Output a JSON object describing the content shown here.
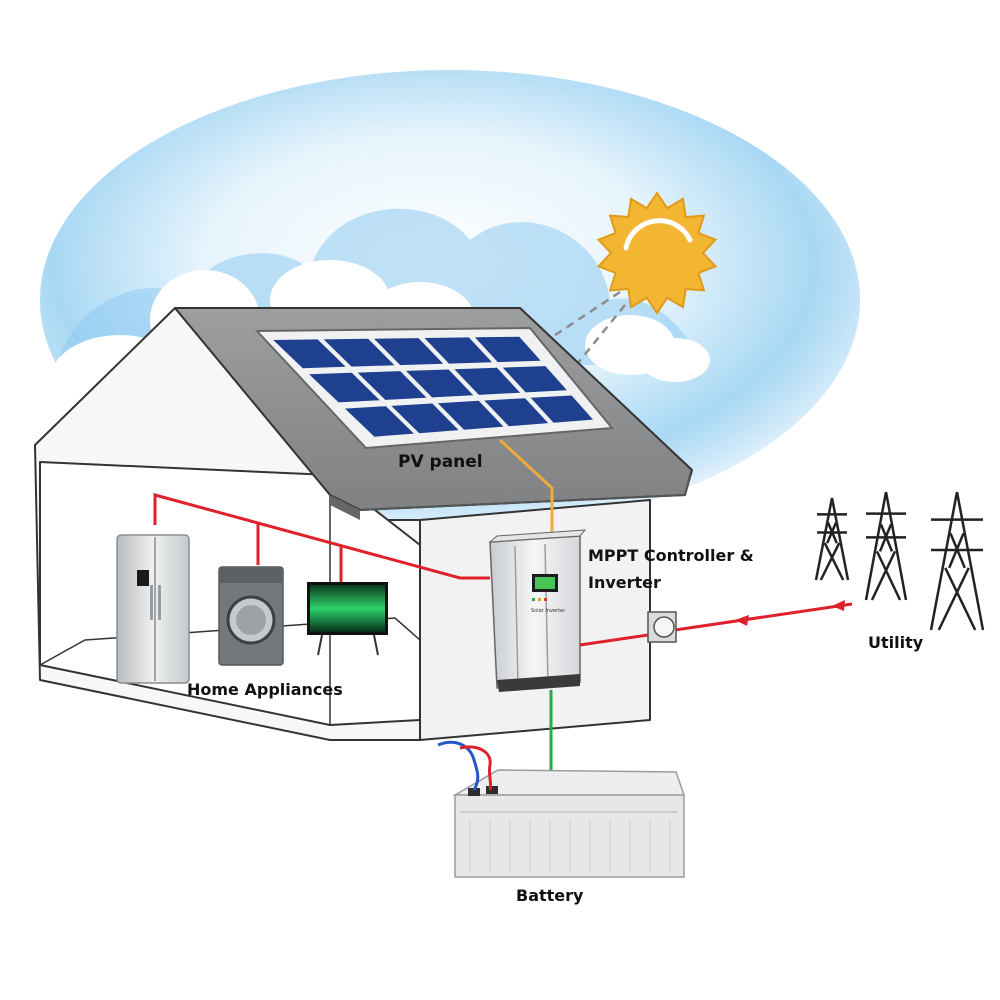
{
  "diagram": {
    "components": {
      "pv_panel": "PV panel",
      "inverter_line1": "MPPT Controller &",
      "inverter_line2": "Inverter",
      "appliances": "Home Appliances",
      "utility": "Utility",
      "battery": "Battery"
    },
    "inverter_screen_text": "Solar Inverter",
    "connections": [
      {
        "from": "pv_panel",
        "to": "inverter",
        "color": "#f2a93b"
      },
      {
        "from": "inverter",
        "to": "appliances",
        "color": "#e0202a"
      },
      {
        "from": "utility",
        "to": "inverter",
        "color": "#e0202a"
      },
      {
        "from": "inverter",
        "to": "battery",
        "color": "#2aa84a"
      }
    ],
    "colors": {
      "sky": "#8ecbf0",
      "sun": "#f2b632",
      "roof": "#8a8c8d",
      "house_wall": "#f4f4f4",
      "solar_cell": "#1f3f8f"
    },
    "icons": [
      "sun-icon",
      "cloud-icon",
      "refrigerator-icon",
      "washing-machine-icon",
      "television-icon",
      "transmission-tower-icon",
      "electric-meter-icon",
      "battery-icon"
    ]
  }
}
